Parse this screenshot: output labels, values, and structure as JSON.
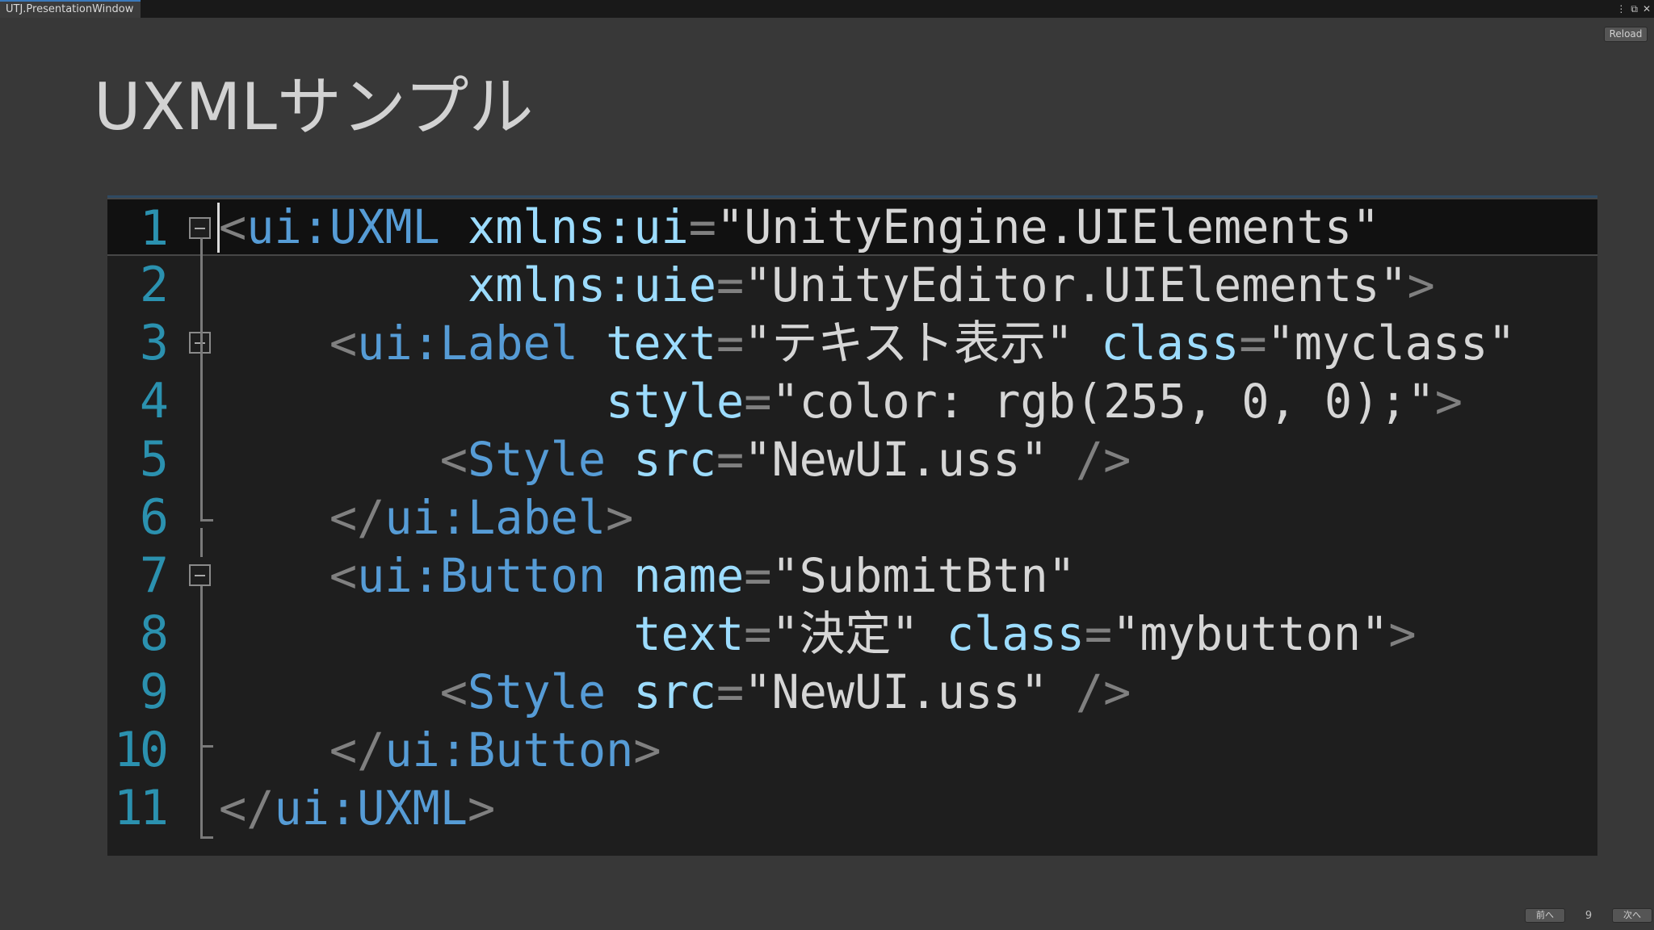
{
  "window": {
    "tab_title": "UTJ.PresentationWindow",
    "reload_label": "Reload",
    "menu_glyph": "⋮",
    "maximize_glyph": "⧉",
    "close_glyph": "✕"
  },
  "slide": {
    "title": "UXMLサンプル"
  },
  "code": {
    "line_numbers": [
      "1",
      "2",
      "3",
      "4",
      "5",
      "6",
      "7",
      "8",
      "9",
      "10",
      "11"
    ],
    "l1": {
      "open": "<",
      "tag": "ui:UXML",
      "attr": " xmlns:ui",
      "eq": "=",
      "val": "\"UnityEngine.UIElements\""
    },
    "l2": {
      "indent": "         ",
      "attr": "xmlns:uie",
      "eq": "=",
      "val": "\"UnityEditor.UIElements\"",
      "close": ">"
    },
    "l3": {
      "indent": "    ",
      "open": "<",
      "tag": "ui:Label",
      "attr1": " text",
      "eq1": "=",
      "val1": "\"テキスト表示\"",
      "attr2": " class",
      "eq2": "=",
      "val2": "\"myclass\""
    },
    "l4": {
      "indent": "              ",
      "attr": "style",
      "eq": "=",
      "val": "\"color: rgb(255, 0, 0);\"",
      "close": ">"
    },
    "l5": {
      "indent": "        ",
      "open": "<",
      "tag": "Style",
      "attr": " src",
      "eq": "=",
      "val": "\"NewUI.uss\"",
      "close": " />"
    },
    "l6": {
      "indent": "    ",
      "open": "</",
      "tag": "ui:Label",
      "close": ">"
    },
    "l7": {
      "indent": "    ",
      "open": "<",
      "tag": "ui:Button",
      "attr": " name",
      "eq": "=",
      "val": "\"SubmitBtn\""
    },
    "l8": {
      "indent": "               ",
      "attr1": "text",
      "eq1": "=",
      "val1": "\"決定\"",
      "attr2": " class",
      "eq2": "=",
      "val2": "\"mybutton\"",
      "close": ">"
    },
    "l9": {
      "indent": "        ",
      "open": "<",
      "tag": "Style",
      "attr": " src",
      "eq": "=",
      "val": "\"NewUI.uss\"",
      "close": " />"
    },
    "l10": {
      "indent": "    ",
      "open": "</",
      "tag": "ui:Button",
      "close": ">"
    },
    "l11": {
      "open": "</",
      "tag": "ui:UXML",
      "close": ">"
    }
  },
  "footer": {
    "prev_label": "前へ",
    "page_number": "9",
    "next_label": "次へ"
  },
  "colors": {
    "background": "#383838",
    "editor": "#1e1e1e",
    "line_number": "#2b91af",
    "tag": "#569cd6",
    "attribute": "#9cdcfe",
    "punctuation": "#808080",
    "value": "#d6d6d6"
  }
}
